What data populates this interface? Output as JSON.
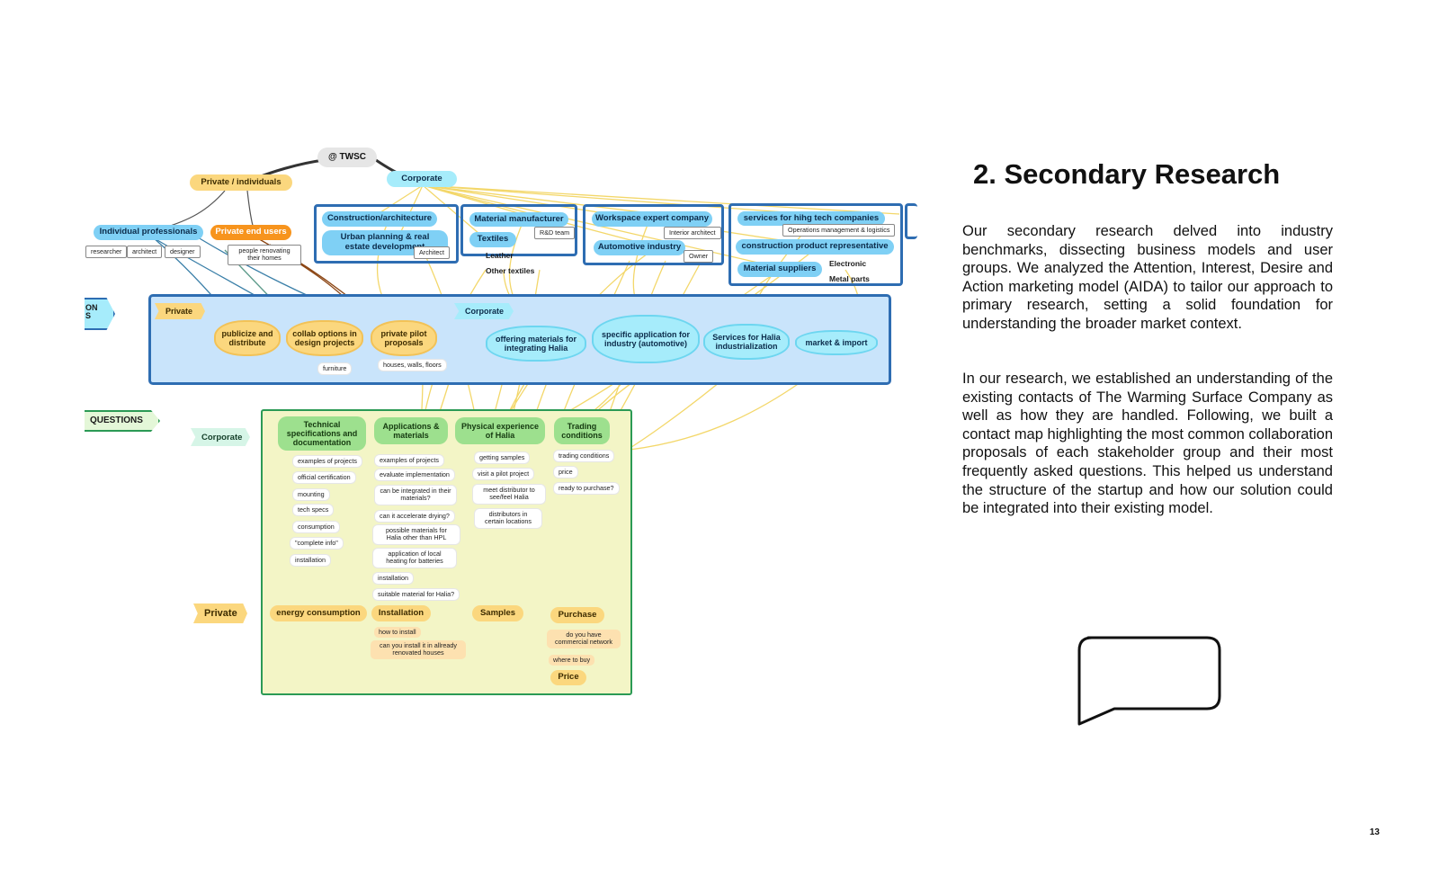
{
  "heading": "2. Secondary Research",
  "paragraph1": "Our secondary research delved into industry benchmarks, dissecting business models and user groups. We analyzed the Attention, Interest, Desire and Action marketing model (AIDA) to tailor our approach to primary research, setting a solid foundation for understanding the broader market context.",
  "paragraph2": "In our research, we established an understanding of the existing contacts of The Warming Surface Company as well as how they are handled. Following, we built a contact map highlighting the most common collaboration proposals of each stakeholder group and their most frequently asked questions. This helped us understand the structure of the startup and how our solution could be integrated into their existing model.",
  "page_number": "13",
  "diagram": {
    "root": "@ TWSC",
    "private_root": "Private / individuals",
    "corporate_root": "Corporate",
    "individual_professionals": "Individual professionals",
    "private_end_users": "Private end users",
    "chip_researcher": "researcher",
    "chip_architect": "architect",
    "chip_designer": "designer",
    "chip_people_renovating": "people renovating their homes",
    "construction": "Construction/architecture",
    "urban_planning": "Urban planning & real estate development",
    "chip_architect2": "Architect",
    "material_manufacturer": "Material manufacturer",
    "chip_rd": "R&D team",
    "textiles": "Textiles",
    "leather": "Leather",
    "other_textiles": "Other textiles",
    "workspace": "Workspace expert company",
    "chip_interior": "Interior architect",
    "automotive": "Automotive industry",
    "chip_owner": "Owner",
    "services_tech": "services for hihg tech companies",
    "chip_operations": "Operations management & logistics",
    "construction_rep": "construction product representative",
    "material_suppliers": "Material suppliers",
    "electronic": "Electronic",
    "metal_parts": "Metal parts",
    "side_tag_top": "ON S",
    "band_private": "Private",
    "band_corporate": "Corporate",
    "cloud_publicize": "publicize and distribute",
    "cloud_collab": "collab options in design projects",
    "cloud_private_pilot": "private pilot proposals",
    "chip_furniture": "furniture",
    "chip_houses": "houses, walls, floors",
    "cloud_offering": "offering materials for integrating Halia",
    "cloud_specific": "specific application for industry (automotive)",
    "cloud_services_halia": "Services for Halia industrialization",
    "cloud_market": "market & import",
    "questions_tag": "QUESTIONS",
    "corporate_tag": "Corporate",
    "private_tag": "Private",
    "q_technical": "Technical specifications and documentation",
    "q_applications": "Applications & materials",
    "q_physical": "Physical experience of Halia",
    "q_trading": "Trading conditions",
    "technical_items": [
      "examples of projects",
      "official certification",
      "mounting",
      "tech specs",
      "consumption",
      "\"complete info\"",
      "installation"
    ],
    "applications_items": [
      "examples of projects",
      "evaluate implementation",
      "can be integrated in their materials?",
      "can it accelerate drying?",
      "possible materials for Halia other than HPL",
      "application of local heating for batteries",
      "installation",
      "suitable material for Halia?"
    ],
    "physical_items": [
      "getting samples",
      "visit a pilot project",
      "meet distributor to see/feel Halia",
      "distributors in certain locations"
    ],
    "trading_items": [
      "trading conditions",
      "price",
      "ready to purchase?"
    ],
    "p_energy": "energy consumption",
    "p_installation": "Installation",
    "p_samples": "Samples",
    "p_purchase": "Purchase",
    "p_price": "Price",
    "installation_items": [
      "how to install",
      "can you install it in allready renovated houses"
    ],
    "purchase_items": [
      "do you have commercial network",
      "where to buy"
    ]
  }
}
